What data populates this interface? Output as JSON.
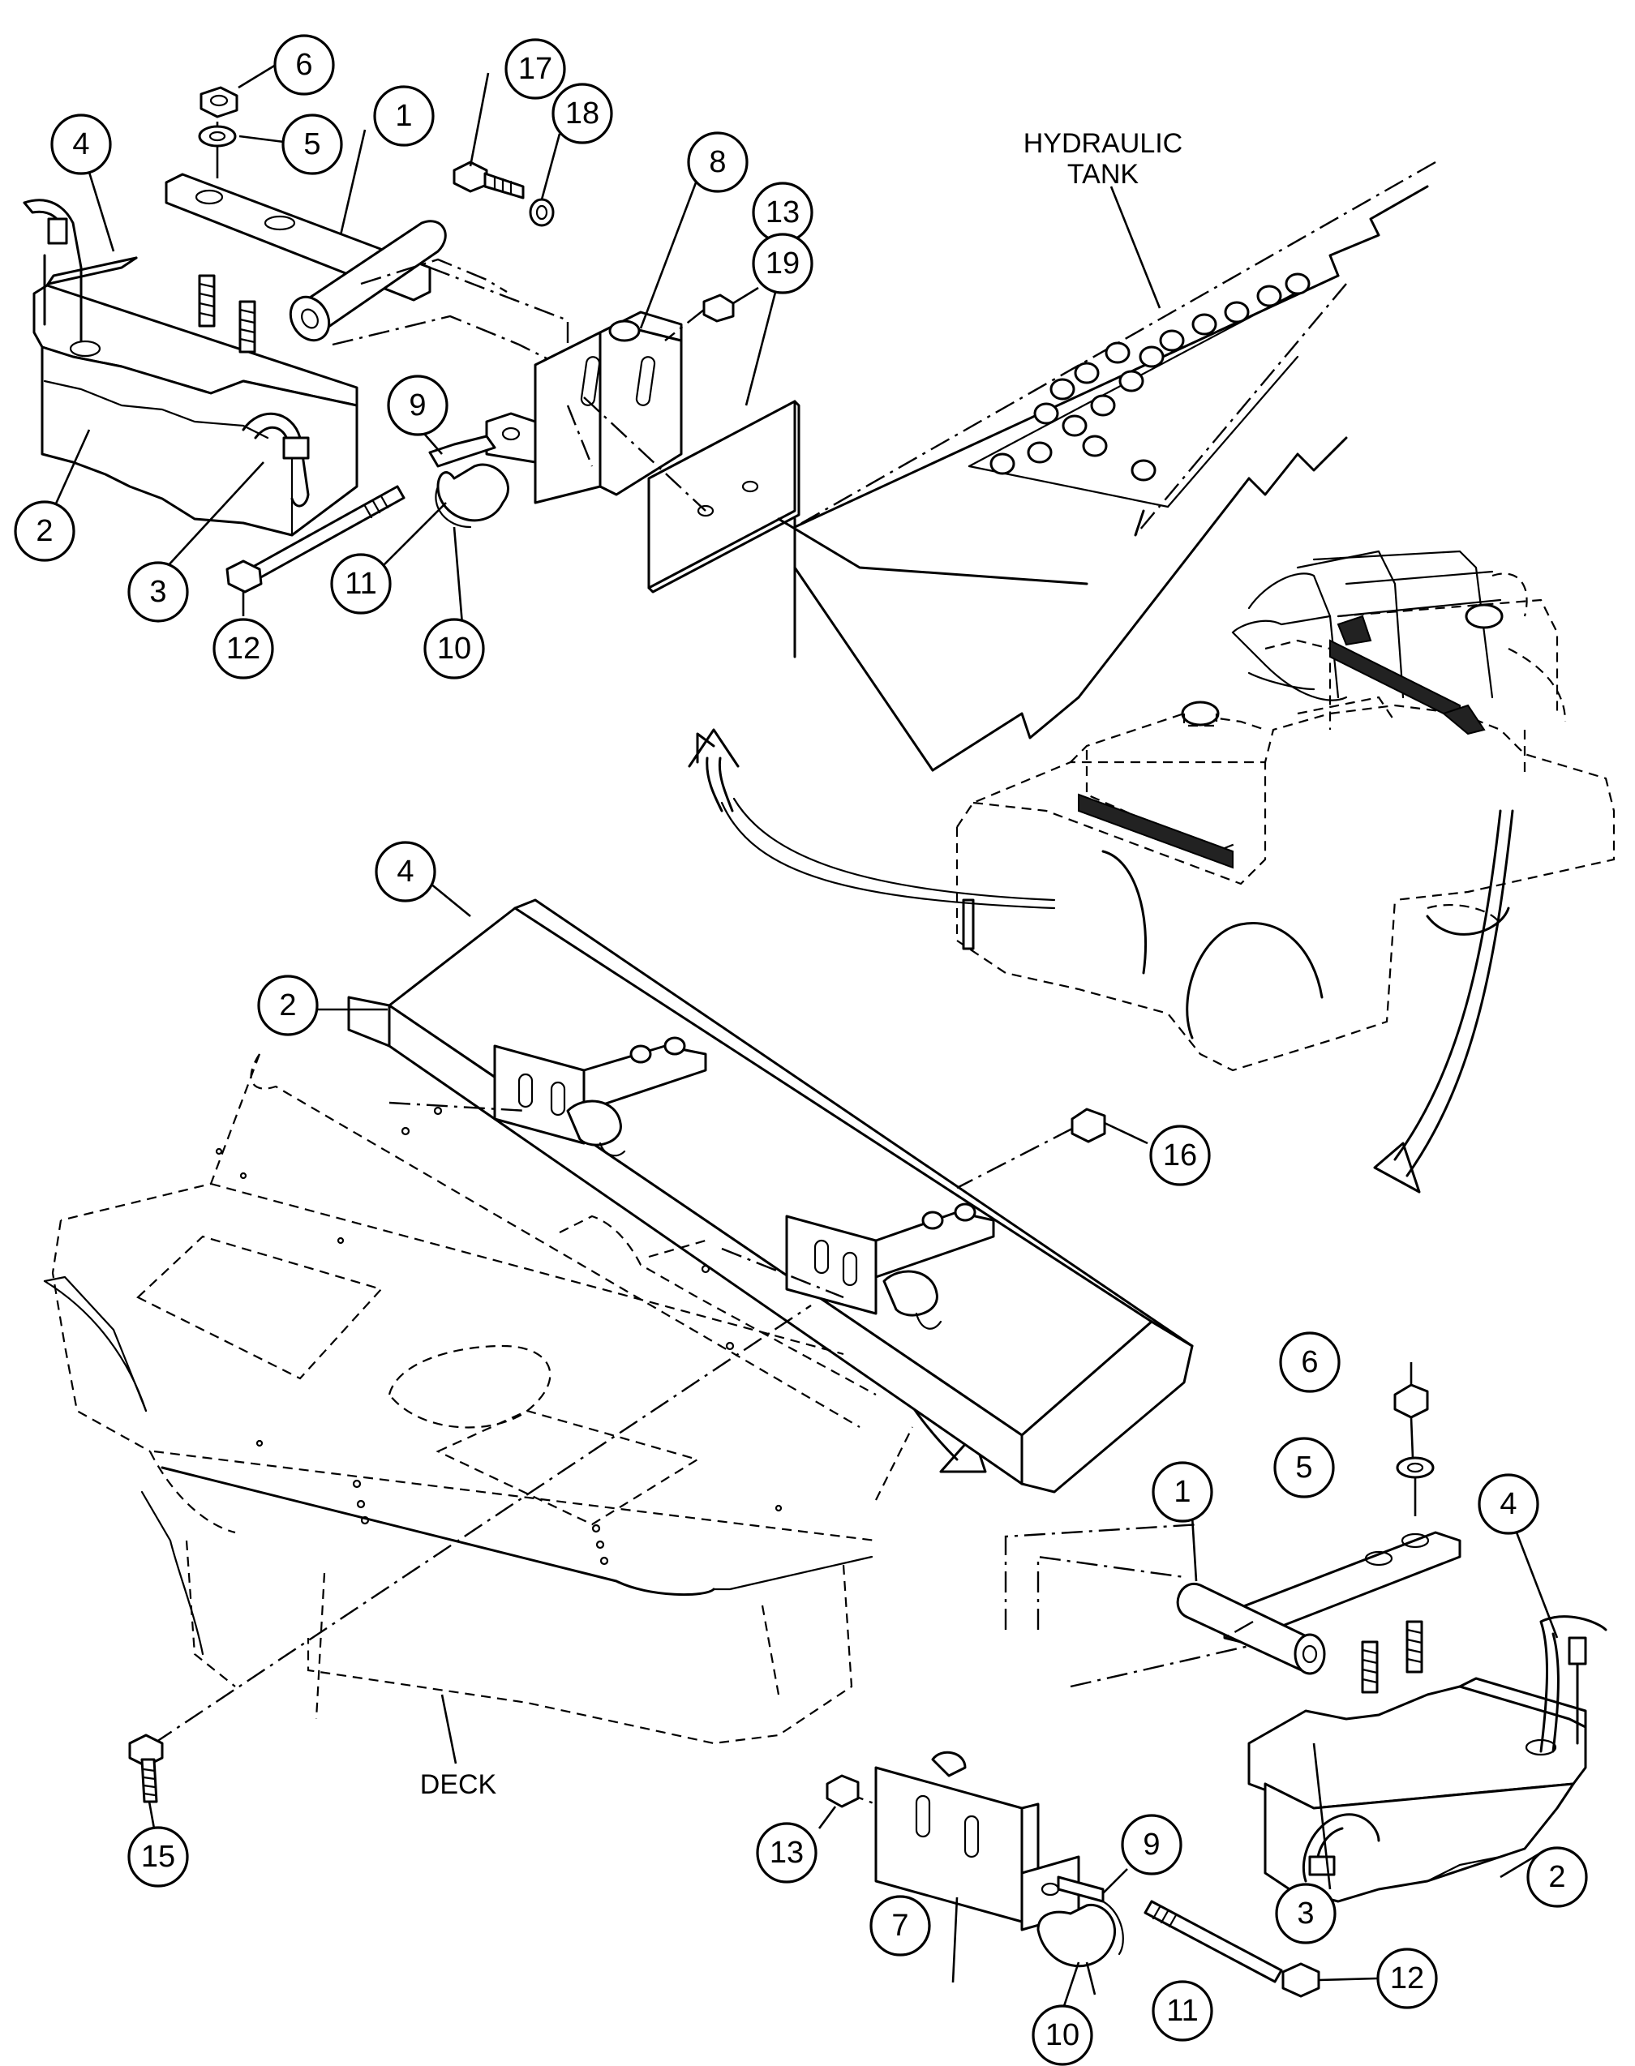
{
  "labels": {
    "hydraulic_tank_line1": "HYDRAULIC",
    "hydraulic_tank_line2": "TANK",
    "deck": "DECK"
  },
  "callouts": {
    "top_left": [
      "6",
      "4",
      "5",
      "1",
      "17",
      "18",
      "8",
      "13",
      "19",
      "9",
      "2",
      "3",
      "11",
      "12",
      "10"
    ],
    "middle": [
      "4",
      "2",
      "16",
      "15"
    ],
    "bottom_right": [
      "6",
      "5",
      "1",
      "4",
      "9",
      "13",
      "2",
      "7",
      "3",
      "12",
      "11",
      "10"
    ]
  }
}
